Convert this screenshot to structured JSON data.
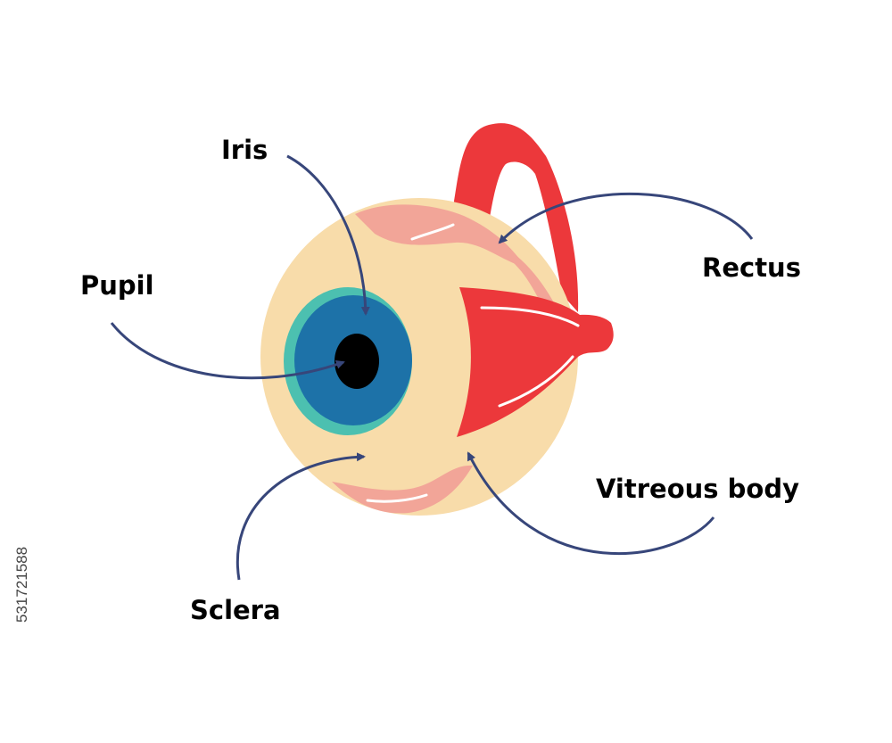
{
  "labels": {
    "iris": "Iris",
    "pupil": "Pupil",
    "rectus": "Rectus",
    "vitreous_body": "Vitreous body",
    "sclera": "Sclera"
  },
  "stock_id": "531721588",
  "colors": {
    "sclera": "#f8dcaa",
    "sclera_pink": "#f2a598",
    "iris_outer": "#4cc0b0",
    "iris": "#1d72a8",
    "pupil": "#000000",
    "muscle": "#ec383b",
    "arrow": "#37467a"
  }
}
